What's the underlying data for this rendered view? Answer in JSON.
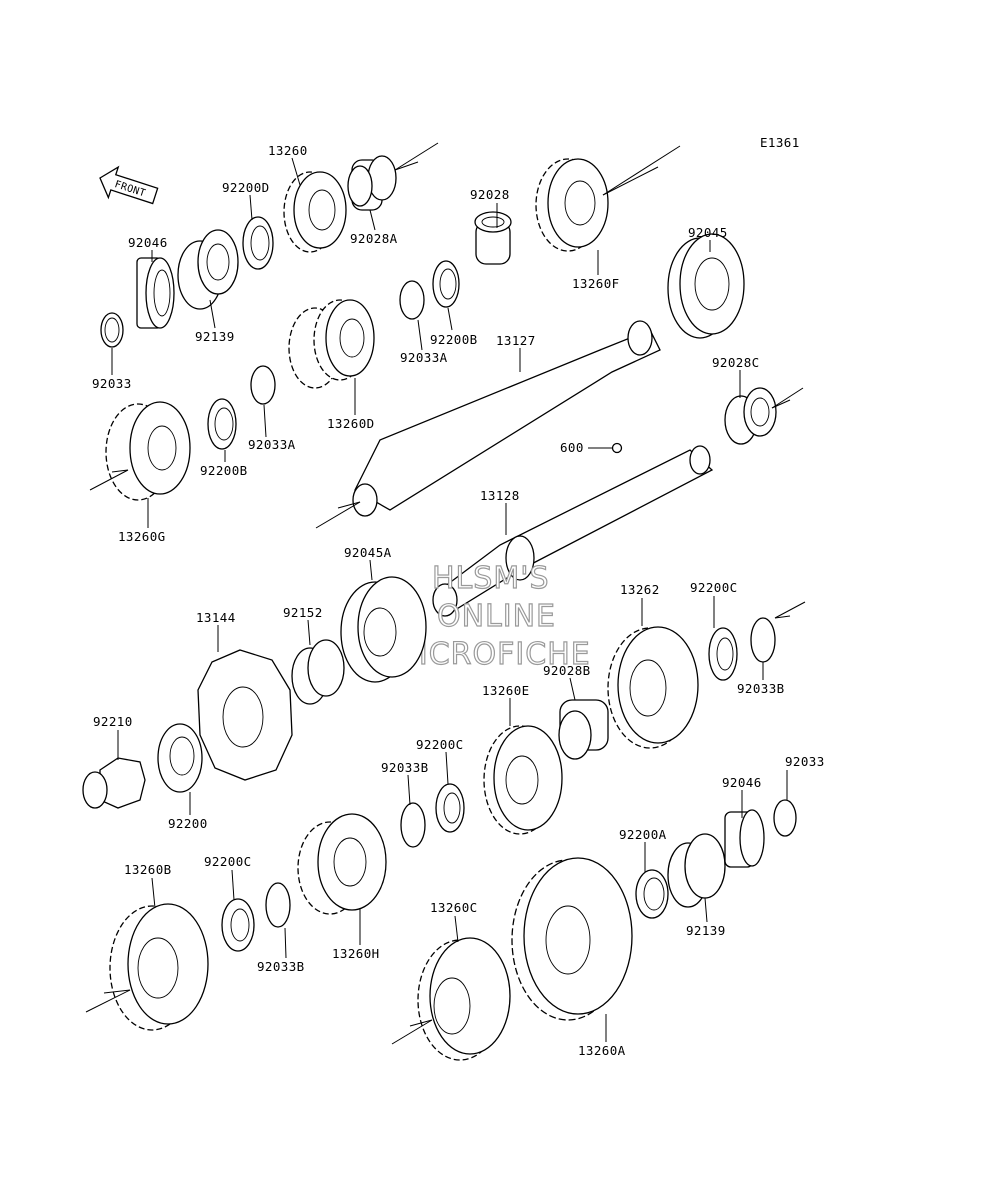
{
  "diagram_code": "E1361",
  "front_label": "FRONT",
  "watermark": [
    "HLSM'S",
    "ONLINE",
    "MICROFICHE"
  ],
  "parts": [
    {
      "id": "p13260",
      "label": "13260"
    },
    {
      "id": "p92200D",
      "label": "92200D"
    },
    {
      "id": "p92028A",
      "label": "92028A"
    },
    {
      "id": "p92046a",
      "label": "92046"
    },
    {
      "id": "p92139a",
      "label": "92139"
    },
    {
      "id": "p92033a",
      "label": "92033"
    },
    {
      "id": "p92028",
      "label": "92028"
    },
    {
      "id": "p13260F",
      "label": "13260F"
    },
    {
      "id": "p92045",
      "label": "92045"
    },
    {
      "id": "p92200Ba",
      "label": "92200B"
    },
    {
      "id": "p92033Aa",
      "label": "92033A"
    },
    {
      "id": "p13127",
      "label": "13127"
    },
    {
      "id": "p13260D",
      "label": "13260D"
    },
    {
      "id": "p92033Ab",
      "label": "92033A"
    },
    {
      "id": "p92200Bb",
      "label": "92200B"
    },
    {
      "id": "p92028C",
      "label": "92028C"
    },
    {
      "id": "p600",
      "label": "600"
    },
    {
      "id": "p13260G",
      "label": "13260G"
    },
    {
      "id": "p13128",
      "label": "13128"
    },
    {
      "id": "p92045A",
      "label": "92045A"
    },
    {
      "id": "p13144",
      "label": "13144"
    },
    {
      "id": "p92152",
      "label": "92152"
    },
    {
      "id": "p13262",
      "label": "13262"
    },
    {
      "id": "p92200Ca",
      "label": "92200C"
    },
    {
      "id": "p92033Ba",
      "label": "92033B"
    },
    {
      "id": "p92028B",
      "label": "92028B"
    },
    {
      "id": "p13260E",
      "label": "13260E"
    },
    {
      "id": "p92210",
      "label": "92210"
    },
    {
      "id": "p92200Cb",
      "label": "92200C"
    },
    {
      "id": "p92033Bb",
      "label": "92033B"
    },
    {
      "id": "p92033b",
      "label": "92033"
    },
    {
      "id": "p92046b",
      "label": "92046"
    },
    {
      "id": "p92200",
      "label": "92200"
    },
    {
      "id": "p92200A",
      "label": "92200A"
    },
    {
      "id": "p13260B",
      "label": "13260B"
    },
    {
      "id": "p92200Cc",
      "label": "92200C"
    },
    {
      "id": "p13260H",
      "label": "13260H"
    },
    {
      "id": "p92139b",
      "label": "92139"
    },
    {
      "id": "p13260C",
      "label": "13260C"
    },
    {
      "id": "p92033Bc",
      "label": "92033B"
    },
    {
      "id": "p13260A",
      "label": "13260A"
    }
  ]
}
